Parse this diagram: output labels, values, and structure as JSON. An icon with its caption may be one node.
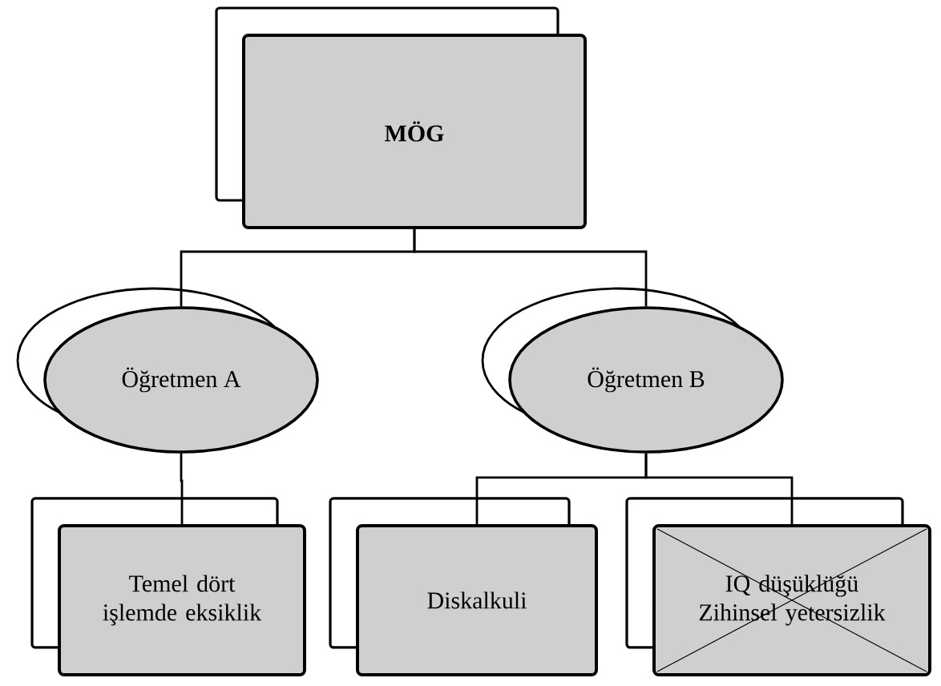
{
  "diagram": {
    "nodes": [
      {
        "text": [
          "MÖG"
        ]
      },
      {
        "text": [
          "Öğretmen A"
        ]
      },
      {
        "text": [
          "Öğretmen B"
        ]
      },
      {
        "text": [
          "Temel dört işlemde eksiklik"
        ]
      },
      {
        "text": [
          "Diskalkuli"
        ]
      },
      {
        "text": [
          "IQ düşüklüğü",
          "Zihinsel yetersizlik"
        ]
      }
    ],
    "edges": [
      {
        "from": 0,
        "to": 1,
        "arrow": "none"
      },
      {
        "from": 0,
        "to": 2,
        "arrow": "none"
      },
      {
        "from": 1,
        "to": 3,
        "arrow": "none"
      },
      {
        "from": 2,
        "to": 4,
        "arrow": "none"
      },
      {
        "from": 2,
        "to": 5,
        "arrow": "none"
      }
    ]
  }
}
